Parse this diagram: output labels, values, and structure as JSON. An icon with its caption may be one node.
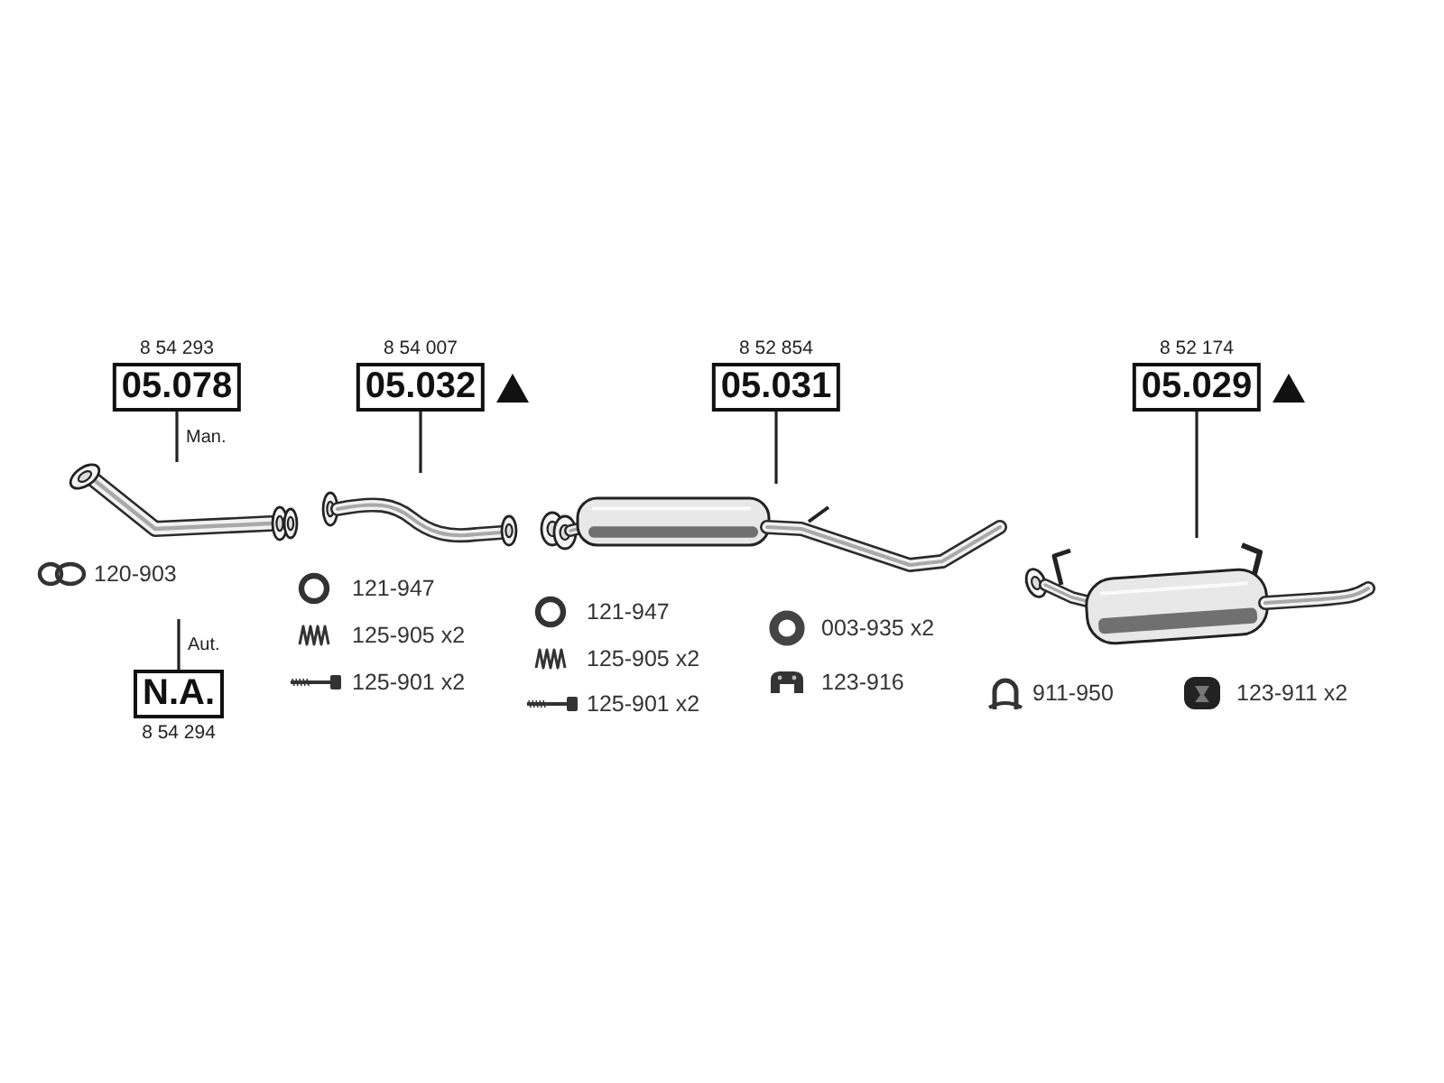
{
  "diagram": {
    "nodes": [
      {
        "text": [
          "05.078"
        ],
        "beside": [
          "8 54 293"
        ]
      },
      {
        "text": [
          "05.032"
        ],
        "beside": [
          "8 54 007"
        ]
      },
      {
        "text": [
          "05.031"
        ],
        "beside": [
          "8 52 854"
        ]
      },
      {
        "text": [
          "05.029"
        ],
        "beside": [
          "8 52 174"
        ]
      },
      {
        "text": [],
        "shape": "picture"
      },
      {
        "text": [],
        "shape": "picture"
      },
      {
        "text": [],
        "shape": "picture"
      },
      {
        "text": [],
        "shape": "picture"
      },
      {
        "text": [
          "N.A."
        ],
        "beside": [
          "8 54 294"
        ]
      }
    ],
    "edges": [
      {
        "from": 0,
        "to": 4,
        "arrow": "none",
        "label": "Man."
      },
      {
        "from": 1,
        "to": 5,
        "arrow": "none"
      },
      {
        "from": 2,
        "to": 6,
        "arrow": "none"
      },
      {
        "from": 3,
        "to": 7,
        "arrow": "none"
      },
      {
        "from": 8,
        "to": null,
        "arrow": "none",
        "label": "Aut."
      }
    ],
    "labels": [
      "120-903",
      "121-947",
      "125-905 x2",
      "125-901 x2",
      "121-947",
      "125-905 x2",
      "125-901 x2",
      "003-935 x2",
      "123-916",
      "911-950",
      "123-911 x2"
    ]
  }
}
